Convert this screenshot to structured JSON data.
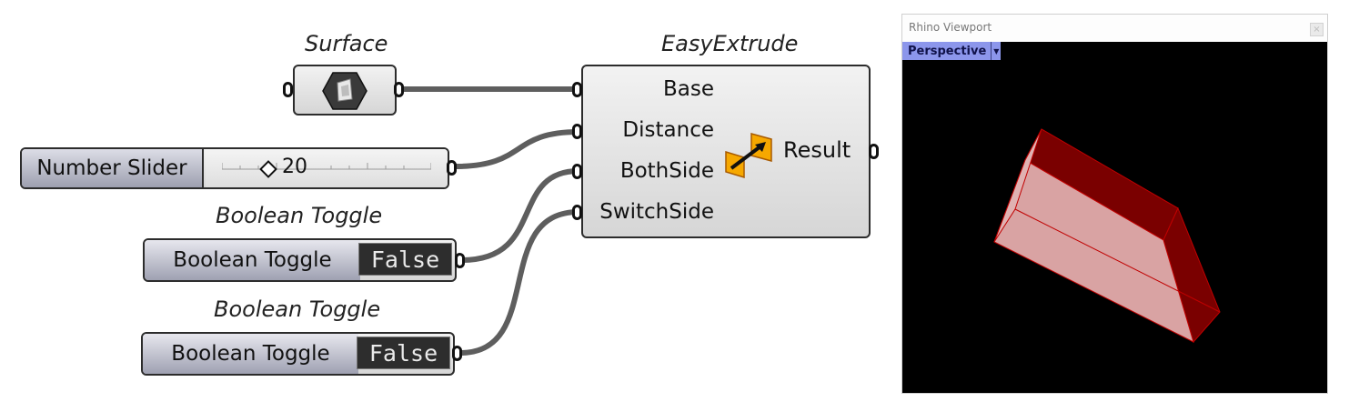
{
  "components": {
    "surface": {
      "caption": "Surface"
    },
    "slider": {
      "label": "Number Slider",
      "value": "20"
    },
    "toggle1": {
      "caption": "Boolean Toggle",
      "label": "Boolean Toggle",
      "value": "False"
    },
    "toggle2": {
      "caption": "Boolean Toggle",
      "label": "Boolean Toggle",
      "value": "False"
    },
    "extrude": {
      "caption": "EasyExtrude",
      "inputs": [
        "Base",
        "Distance",
        "BothSide",
        "SwitchSide"
      ],
      "output": "Result"
    }
  },
  "viewport": {
    "title": "Rhino Viewport",
    "view_name": "Perspective",
    "close_symbol": "×"
  },
  "colors": {
    "wire": "#5e5e5e",
    "solid_dark": "#7a0000",
    "solid_face": "#d9a3a3",
    "viewport_tab": "#8c96eb"
  },
  "icons": [
    "surface-icon",
    "extrude-icon",
    "dropdown-arrow-icon",
    "close-icon"
  ]
}
